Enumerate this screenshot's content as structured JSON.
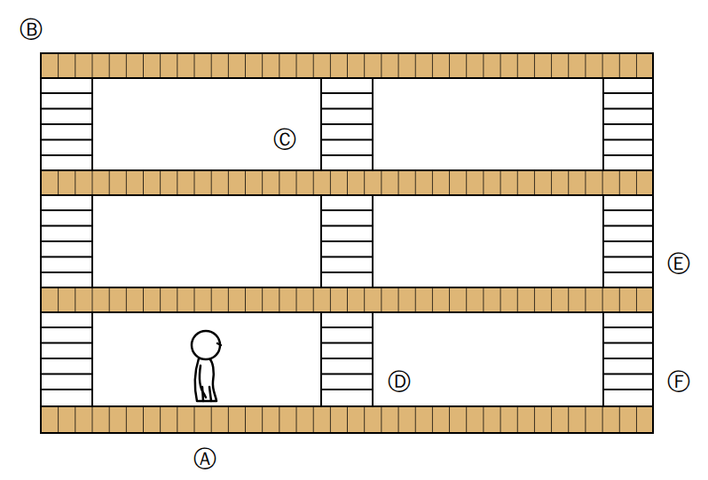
{
  "diagram": {
    "labels": [
      "Ⓑ",
      "Ⓒ",
      "Ⓔ",
      "Ⓓ",
      "Ⓕ",
      "Ⓐ"
    ]
  }
}
